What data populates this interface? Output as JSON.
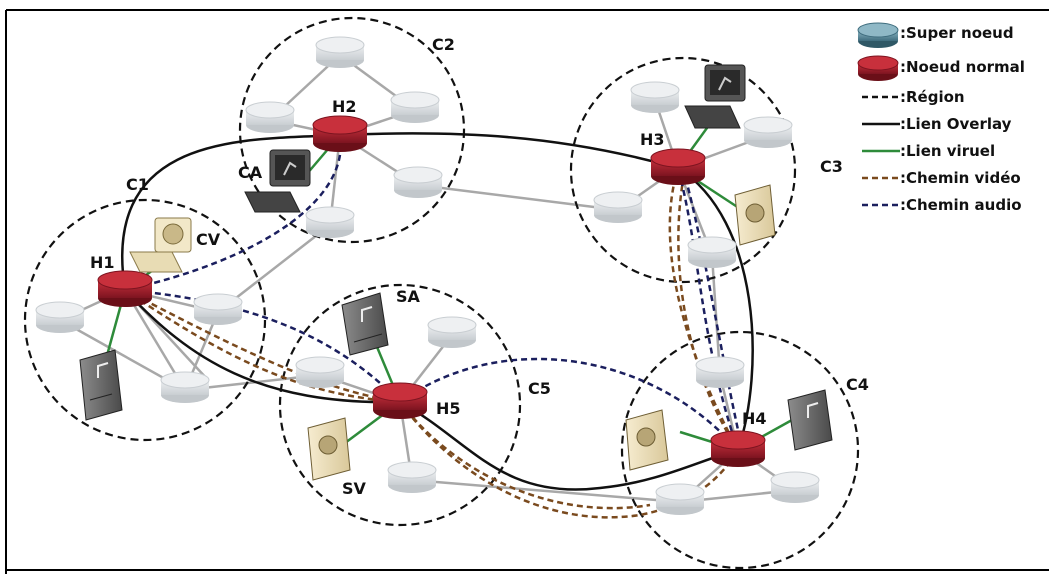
{
  "regions": {
    "c1": "C1",
    "c2": "C2",
    "c3": "C3",
    "c4": "C4",
    "c5": "C5"
  },
  "super_nodes": {
    "h1": "H1",
    "h2": "H2",
    "h3": "H3",
    "h4": "H4",
    "h5": "H5"
  },
  "endpoints": {
    "ca": "CA",
    "cv": "CV",
    "sa": "SA",
    "sv": "SV"
  },
  "legend": [
    {
      "key": "super-node",
      "label": ":Super noeud"
    },
    {
      "key": "normal-node",
      "label": ":Noeud normal"
    },
    {
      "key": "region",
      "label": ":Région"
    },
    {
      "key": "overlay-link",
      "label": ":Lien Overlay"
    },
    {
      "key": "virtual-link",
      "label": ":Lien viruel"
    },
    {
      "key": "video-path",
      "label": ":Chemin vidéo"
    },
    {
      "key": "audio-path",
      "label": ":Chemin audio"
    }
  ],
  "colors": {
    "super_node": "#9b1b26",
    "normal_router": "#d9dde0",
    "legend_super_icon": "#5f8fa0",
    "region": "#111111",
    "overlay": "#111111",
    "virtual_link": "#2e8b3a",
    "video_path": "#7a4a1e",
    "audio_path": "#1b1f5e",
    "plain_link": "#a8a8a8"
  }
}
